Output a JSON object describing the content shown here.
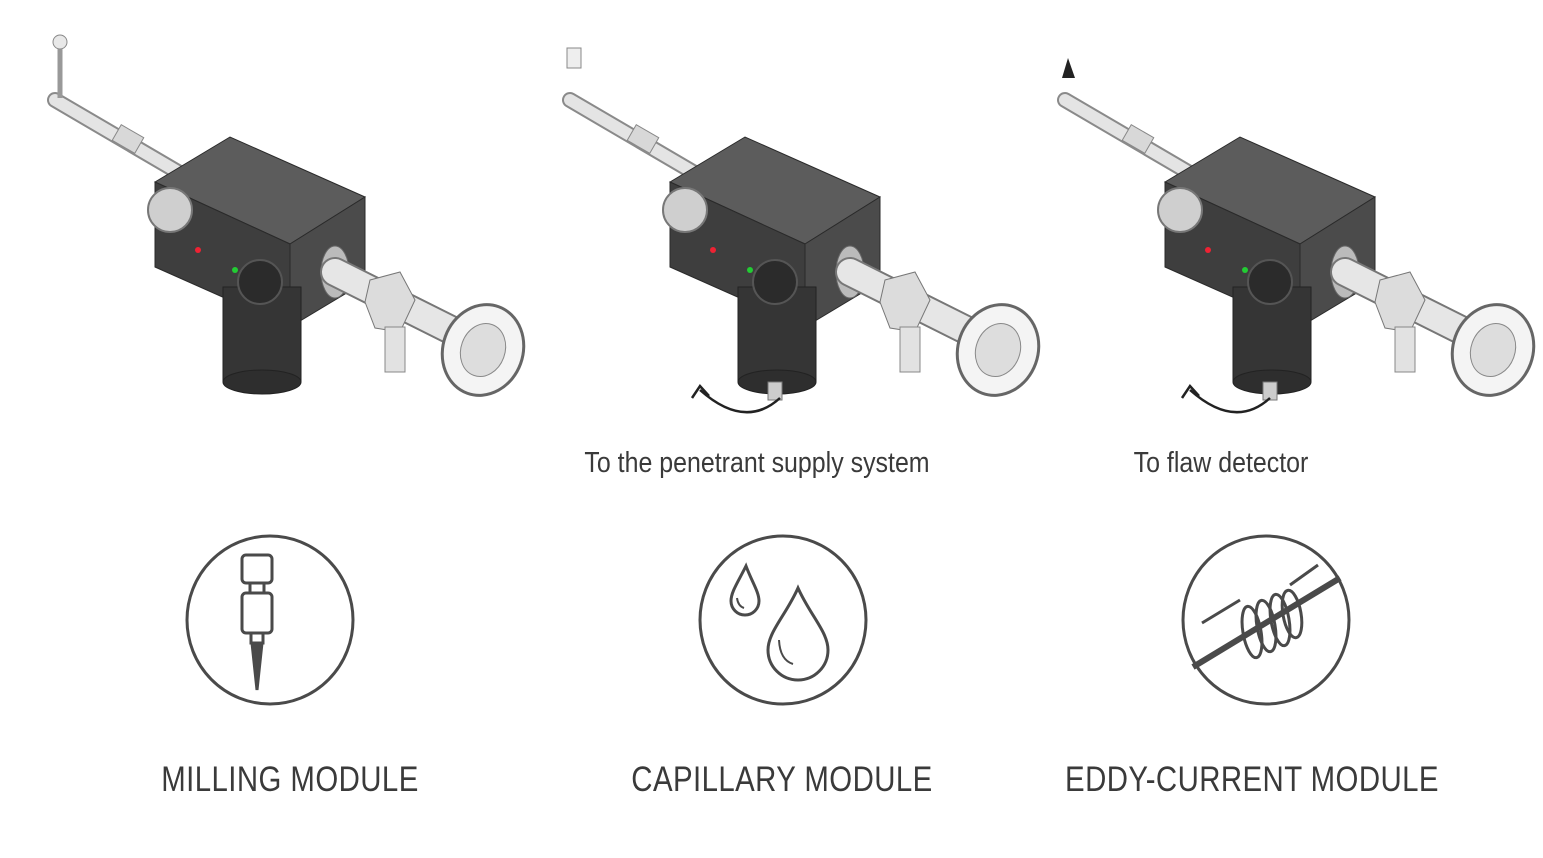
{
  "modules": [
    {
      "id": "milling",
      "label": "MILLING MODULE",
      "caption": null,
      "icon": "drill-bit-icon"
    },
    {
      "id": "capillary",
      "label": "CAPILLARY MODULE",
      "caption": "To the penetrant supply system",
      "icon": "droplets-icon"
    },
    {
      "id": "eddy-current",
      "label": "EDDY-CURRENT MODULE",
      "caption": "To flaw detector",
      "icon": "coil-icon"
    }
  ],
  "colors": {
    "text": "#3a3a3a",
    "icon_stroke": "#4a4a4a",
    "device_body": "#3f3f3f"
  }
}
